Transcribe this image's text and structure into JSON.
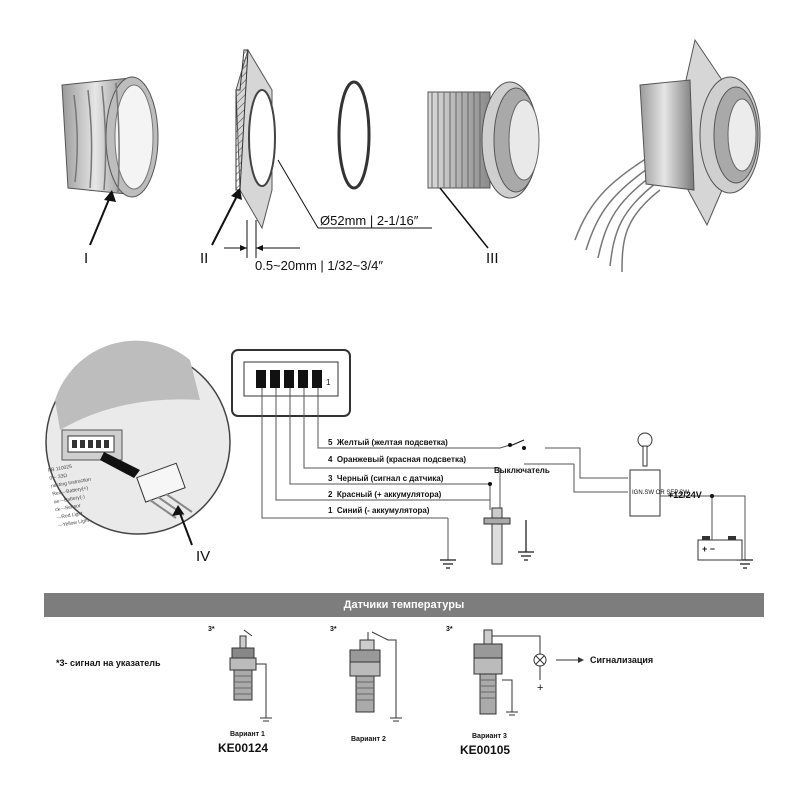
{
  "labels": {
    "part_i": "I",
    "part_ii": "II",
    "part_iii": "III",
    "part_iv": "IV"
  },
  "dimensions": {
    "hole_diameter": "Ø52mm | 2-1/16″",
    "panel_thickness": "0.5~20mm | 1/32~3/4″"
  },
  "connector": {
    "pin_mark": "1"
  },
  "wires": [
    {
      "num": "5",
      "label": "Желтый (желтая подсветка)"
    },
    {
      "num": "4",
      "label": "Оранжевый (красная подсветка)"
    },
    {
      "num": "3",
      "label": "Черный (сигнал с датчика)"
    },
    {
      "num": "2",
      "label": "Красный (+ аккумулятора)"
    },
    {
      "num": "1",
      "label": "Синий (- аккумулятора)"
    }
  ],
  "wiring": {
    "switch_label": "Выключатель",
    "ign_sw": "IGN.SW OR SEP.SW",
    "voltage": "+12/24V",
    "battery_terminals": "+  −"
  },
  "sensors": {
    "title": "Датчики температуры",
    "note": "*3- сигнал на указатель",
    "pin_mark": "3*",
    "variants": [
      {
        "label": "Вариант 1",
        "code": "KE00124"
      },
      {
        "label": "Вариант 2",
        "code": ""
      },
      {
        "label": "Вариант 3",
        "code": "KE00105"
      }
    ],
    "alarm": "Сигнализация",
    "plus": "+"
  }
}
